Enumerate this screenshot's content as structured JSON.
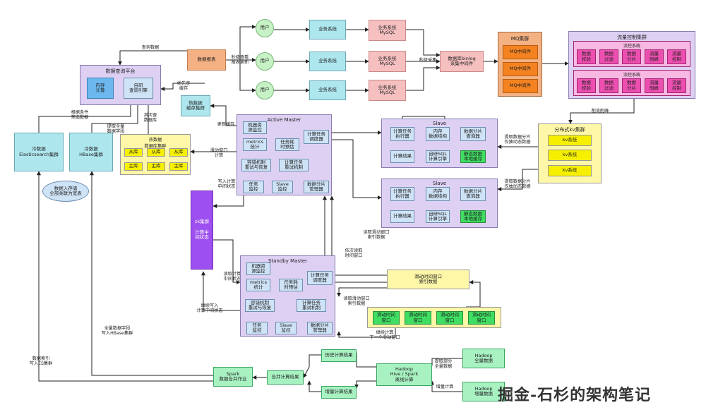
{
  "top": {
    "users": [
      "用户",
      "用户",
      "用户"
    ],
    "biz": [
      "业务系统",
      "业务系统",
      "业务系统"
    ],
    "mysql": [
      "业务系统\nMySQL",
      "业务系统\nMySQL",
      "业务系统\nMySQL"
    ],
    "report": "数据报表",
    "binlog": "数据库binlog\n采集中间件",
    "l_query": "查询数据",
    "l_second": "秒级查看\n报表更新",
    "l_collect": "秒级采集"
  },
  "mq": {
    "title": "MQ集群",
    "items": [
      "MQ中间件",
      "MQ中间件",
      "MQ中间件"
    ]
  },
  "flow": {
    "title": "流量控制集群",
    "sys": [
      {
        "title": "流控系统",
        "items": [
          "数据\n校验",
          "数据\n过滤",
          "数据\n分片",
          "流量\n削峰",
          "流量\n控制"
        ]
      },
      {
        "title": "流控系统",
        "items": [
          "数据\n校验",
          "数据\n过滤",
          "数据\n分片",
          "流量\n削峰",
          "流量\n控制"
        ]
      }
    ],
    "l_peak": "削流削峰"
  },
  "kv": {
    "title": "分布式kv集群",
    "items": [
      "kv系统",
      "kv系统",
      "kv系统"
    ]
  },
  "qp": {
    "title": "数据查询平台",
    "mem": "内存\n计算",
    "engine": "自研\n查询引擎",
    "l_prio": "优先查\n缓存"
  },
  "hot": {
    "box": "热数据\n缓存集群",
    "l_update": "更新缓存",
    "db_title": "热数据\n数据库集群",
    "slaves": [
      "从库",
      "从库",
      "从库"
    ],
    "masters": [
      "主库",
      "主库",
      "主库"
    ],
    "l_second": "其次查\n数据库"
  },
  "cold": {
    "es": "冷数据\nElasticsearch集群",
    "hb": "冷数据\nHBase集群",
    "l_cond": "根据条件\n筛选数据",
    "l_full": "提取全量\n数据字段",
    "cloud": "数据入存储\n全部关联为宽表"
  },
  "am": {
    "title": "Active Master",
    "res": "机器资\n源监控",
    "met": "metrics\n统计",
    "eta": "任务耗\n时预估",
    "sched": "计算任务\n调度器",
    "fault": "容错机制\n重试与恢复",
    "retry": "计算任务\n重试机制",
    "task": "任务\n监控",
    "slave": "Slave\n监控",
    "shard": "数据分片\n管理器"
  },
  "sm": {
    "title": "Standby Master",
    "res": "机器资\n源监控",
    "met": "metrics\n统计",
    "eta": "任务耗\n时预估",
    "sched": "计算任务\n调度器",
    "fault": "容错机制\n重试与恢复",
    "retry": "计算任务\n重试机制",
    "task": "任务\n监控",
    "slave": "Slave\n监控",
    "shard": "数据分片\n管理器"
  },
  "slaves": [
    {
      "title": "Slave",
      "exec": "计算任务\n执行器",
      "mem": "内存\n数据结构",
      "q": "数据分片\n查询器",
      "res": "计算结果",
      "sql": "自研SQL\n计算引擎",
      "cache": "静态数据\n本地缓存"
    },
    {
      "title": "Slave",
      "exec": "计算任务\n执行器",
      "mem": "内存\n数据结构",
      "q": "数据分片\n查询器",
      "res": "计算结果",
      "sql": "自研SQL\n计算引擎",
      "cache": "静态数据\n本地缓存"
    }
  ],
  "zk": {
    "box": "zk集群\n\n计算中\n间状态",
    "l_write": "写入计算\n中间状态",
    "l_read": "读取计算\n中间状态",
    "l_cont": "继续写入\n计算中间状态"
  },
  "win": {
    "idx": "滑动时间窗口\n索引数据",
    "items": [
      "滑动时间\n窗口",
      "滑动时间\n窗口",
      "滑动时间\n窗口",
      "滑动时间\n窗口"
    ],
    "l_slide": "滑动窗口\n计算",
    "l_read1": "读取滑动窗口\n索引数据",
    "l_read2": "依次读取\n时间窗口",
    "l_read3": "读取滑动窗口\n索引数据",
    "l_next": "继续计算\n下一个滑动窗口",
    "l_extract1": "提取数据分片\n仅抽动态数据",
    "l_extract2": "提取数据分片\n仅抽动态数据"
  },
  "batch": {
    "hist": "历史计算结果",
    "inc": "增量计算结果",
    "merge": "合并计算结果",
    "spark": "Spark\n数据合并作业",
    "hive": "Hadoop\nHive / Spark\n离线计算",
    "hfull": "Hadoop\n全量数据",
    "hinc": "Hadoop\n增量数据",
    "l_part": "提取部分\n全量数据",
    "l_inc": "增量计算",
    "l_full": "全量数据字段\n写入HBase集群",
    "l_idx": "数据索引\n写入ES集群"
  },
  "watermark": "掘金-石杉的架构笔记"
}
